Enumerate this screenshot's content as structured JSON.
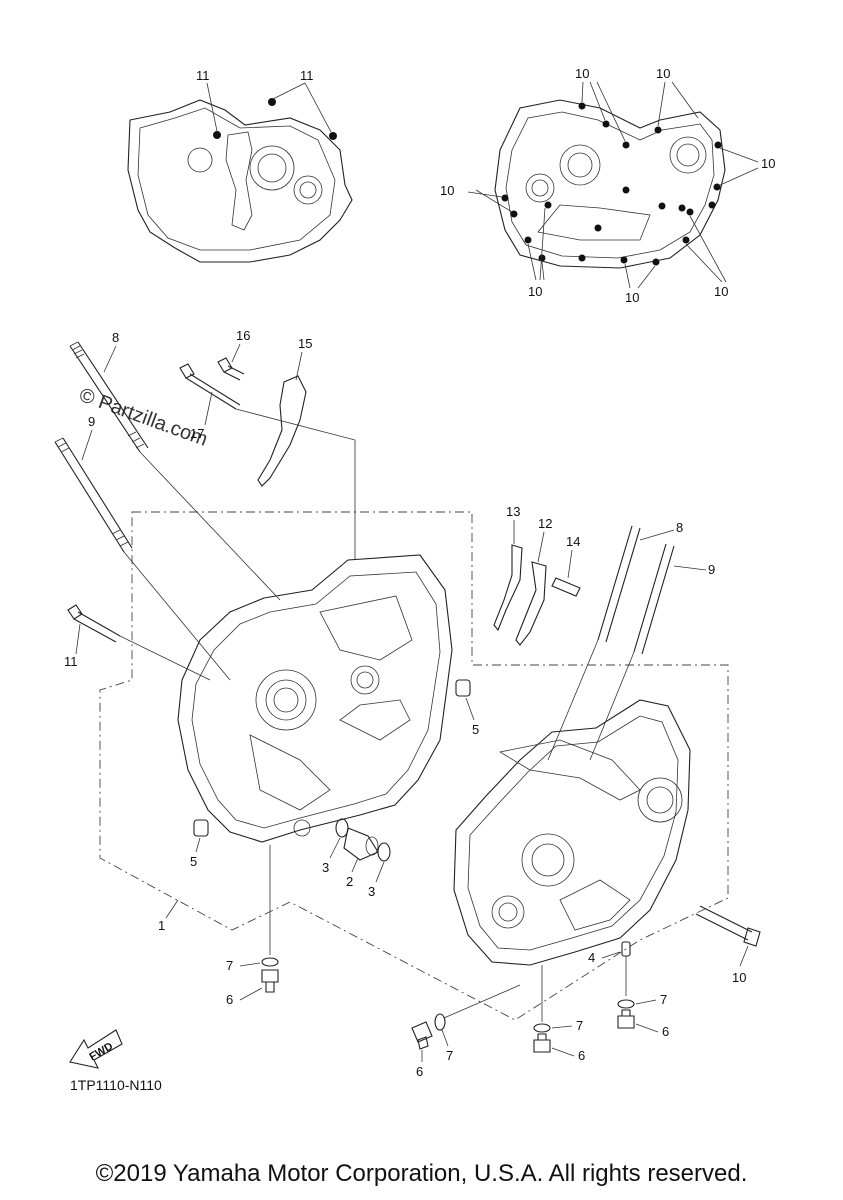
{
  "callouts": {
    "top_left_11a": "11",
    "top_left_11b": "11",
    "top_right_10a": "10",
    "top_right_10b": "10",
    "top_right_10c": "10",
    "top_right_10d": "10",
    "top_right_10e": "10",
    "top_right_10f": "10",
    "top_right_10g": "10",
    "p1": "1",
    "p2": "2",
    "p3a": "3",
    "p3b": "3",
    "p4": "4",
    "p5a": "5",
    "p5b": "5",
    "p6a": "6",
    "p6b": "6",
    "p6c": "6",
    "p6d": "6",
    "p7a": "7",
    "p7b": "7",
    "p7c": "7",
    "p7d": "7",
    "p8a": "8",
    "p8b": "8",
    "p9a": "9",
    "p9b": "9",
    "p10": "10",
    "p11": "11",
    "p12": "12",
    "p13": "13",
    "p14": "14",
    "p15": "15",
    "p16": "16",
    "p17": "17"
  },
  "fwd_label": "FWD",
  "diagram_code": "1TP1110-N110",
  "watermark": "© Partzilla.com",
  "copyright": "©2019 Yamaha Motor Corporation, U.S.A. All rights reserved."
}
